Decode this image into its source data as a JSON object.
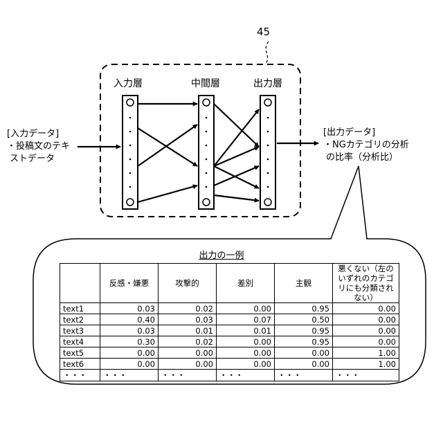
{
  "reference_number": "45",
  "layers": {
    "input": "入力層",
    "hidden": "中間層",
    "output": "出力層"
  },
  "input_data": {
    "line1": "[入力データ]",
    "line2": "・投稿文のテキ",
    "line3": "ストデータ"
  },
  "output_data": {
    "line1": "[出力データ]",
    "line2": "・NGカテゴリの分析",
    "line3": "の比率（分析比）"
  },
  "sample": {
    "title": "出力の一例",
    "headers": [
      "",
      "反感・嫌悪",
      "攻撃的",
      "差別",
      "主観",
      "悪くない（左のいずれのカテゴリにも分類されない）"
    ],
    "rows": [
      [
        "text1",
        "0.03",
        "0.02",
        "0.00",
        "0.95",
        "0.00"
      ],
      [
        "text2",
        "0.40",
        "0.03",
        "0.07",
        "0.50",
        "0.00"
      ],
      [
        "text3",
        "0.03",
        "0.01",
        "0.01",
        "0.95",
        "0.00"
      ],
      [
        "text4",
        "0.30",
        "0.02",
        "0.00",
        "0.95",
        "0.00"
      ],
      [
        "text5",
        "0.00",
        "0.00",
        "0.00",
        "0.00",
        "1.00"
      ],
      [
        "text6",
        "0.00",
        "0.00",
        "0.00",
        "0.00",
        "1.00"
      ],
      [
        "・・・",
        "・・・",
        "・・・",
        "・・・",
        "・・・",
        "・・・"
      ]
    ]
  }
}
